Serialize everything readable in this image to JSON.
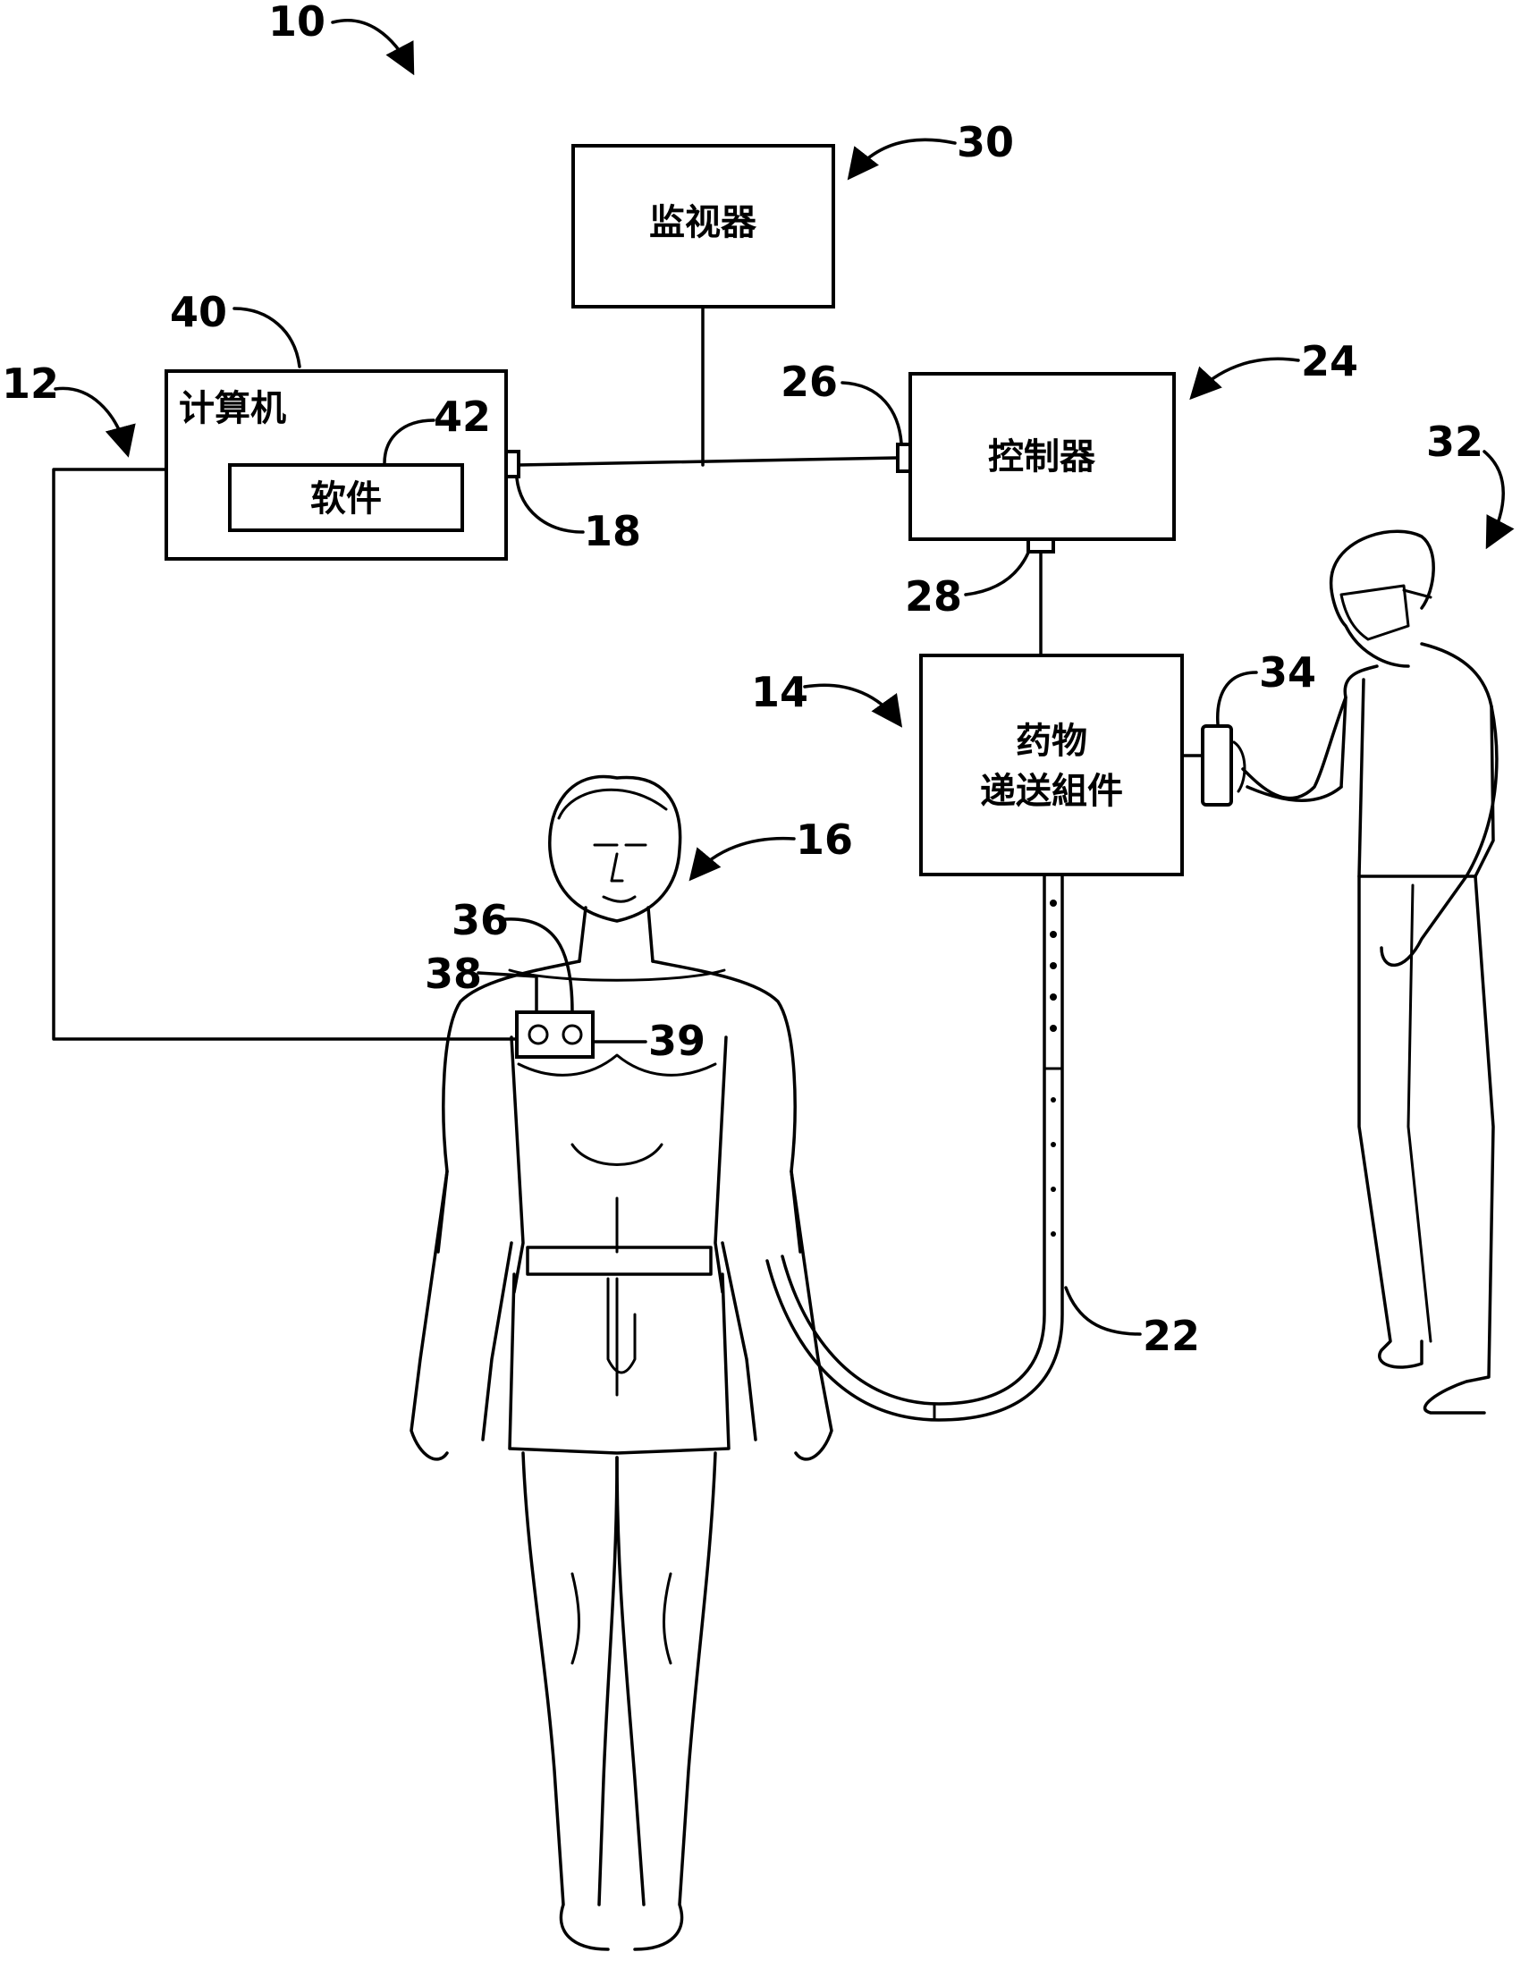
{
  "labels": {
    "monitor": "监视器",
    "computer": "计算机",
    "software": "软件",
    "controller": "控制器",
    "delivery_line1": "药物",
    "delivery_line2": "递送組件"
  },
  "refs": {
    "system": "10",
    "link": "12",
    "delivery_assembly": "14",
    "patient": "16",
    "computer_port": "18",
    "tube": "22",
    "controller": "24",
    "controller_port_in": "26",
    "controller_port_out": "28",
    "monitor": "30",
    "clinician": "32",
    "handset": "34",
    "sensor_lead": "36",
    "sensor": "38",
    "sensor_pad": "39",
    "computer": "40",
    "software": "42"
  }
}
